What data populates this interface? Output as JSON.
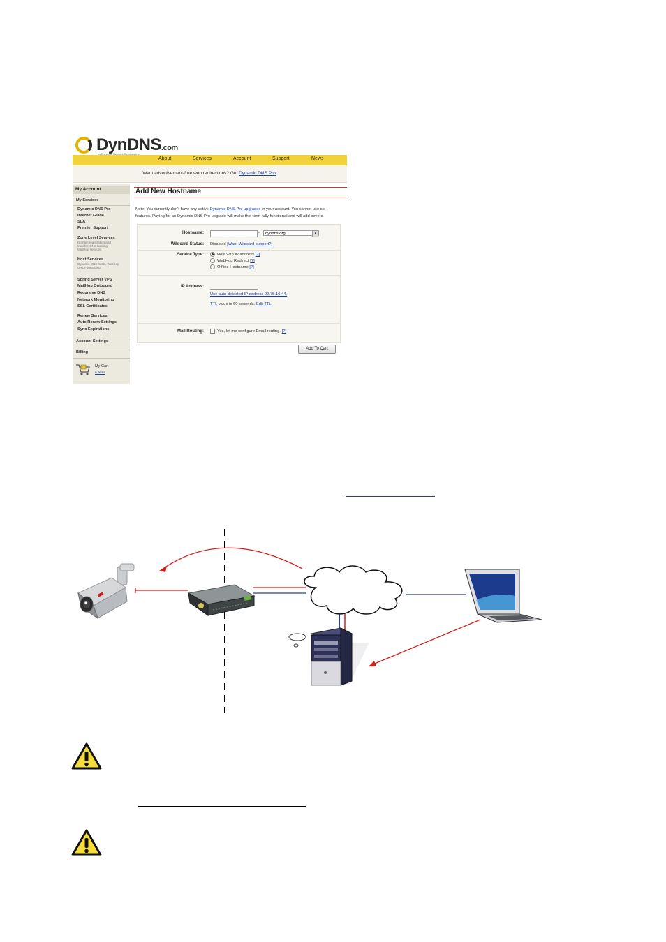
{
  "dyndns": {
    "logo": {
      "name": "DynDNS",
      "domain": ".com",
      "tagline": "by Dynamic Network Services Inc."
    },
    "nav": [
      "About",
      "Services",
      "Account",
      "Support",
      "News"
    ],
    "promo": {
      "text": "Want advertisement-free web redirections? Get ",
      "link": "Dynamic DNS Pro",
      "end": "."
    },
    "sidebar": {
      "my_account": "My Account",
      "my_services": "My Services",
      "group1": [
        "Dynamic DNS Pro",
        "Internet Guide",
        "SLA",
        "Premier Support"
      ],
      "zone_title": "Zone Level Services",
      "zone_desc": [
        "Domain registration and",
        "transfer, DNS hosting,",
        "MailHop services"
      ],
      "host_title": "Host Services",
      "host_desc": [
        "Dynamic DNS hosts, Webhop",
        "URL Forwarding"
      ],
      "group2": [
        "Spring Server VPS",
        "MailHop Outbound",
        "Recursive DNS",
        "Network Monitoring",
        "SSL Certificates"
      ],
      "group3": [
        "Renew Services",
        "Auto Renew Settings",
        "Sync Expirations"
      ],
      "account_settings": "Account Settings",
      "billing": "Billing",
      "cart_label": "My Cart",
      "cart_items": "0 items"
    },
    "page_title": "Add New Hostname",
    "note": {
      "line1_a": "Note: You currently don't have any active ",
      "line1_link": "Dynamic DNS Pro upgrades",
      "line1_b": " in your account. You cannot use so",
      "line2": "features. Paying for an Dynamic DNS Pro upgrade will make this form fully functional and will add severa"
    },
    "form": {
      "hostname_label": "Hostname:",
      "hostname_value": "",
      "domain_value": "dyndns.org",
      "wildcard_label": "Wildcard Status:",
      "wildcard_value": "Disabled",
      "wildcard_link": "[Want Wildcard support?]",
      "service_type_label": "Service Type:",
      "service_types": [
        {
          "label": "Host with IP address",
          "help": "[?]",
          "selected": true
        },
        {
          "label": "WebHop Redirect",
          "help": "[?]",
          "selected": false
        },
        {
          "label": "Offline Hostname",
          "help": "[?]",
          "selected": false
        }
      ],
      "ip_label": "IP Address:",
      "ip_value": "",
      "ip_link": "Use auto detected IP address 92.75.16.44.",
      "ttl_a": "TTL",
      "ttl_b": " value is 60 seconds. ",
      "ttl_link": "Edit TTL.",
      "mail_label": "Mail Routing:",
      "mail_text": "Yes, let me configure Email routing.",
      "mail_help": "[?]",
      "submit": "Add To Cart"
    }
  },
  "diagram": {
    "devices": [
      "camera",
      "router",
      "internet-cloud",
      "dns-server",
      "laptop"
    ]
  },
  "icons": {
    "warning": "warning-icon"
  },
  "colors": {
    "link": "#1f3f9e",
    "arrow_red": "#d0201c",
    "line_blue": "#2b3f8f",
    "dyn_yellow": "#f2d23b"
  }
}
